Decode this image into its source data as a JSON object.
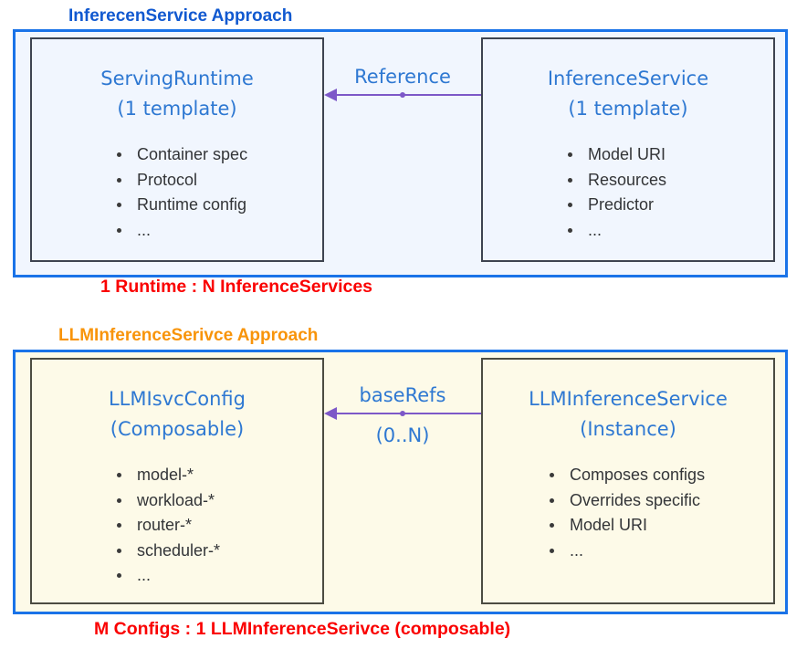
{
  "colors": {
    "blue_border": "#1a73e8",
    "heading_blue": "#1159d0",
    "title_blue": "#2e78d2",
    "purple": "#7d58c8",
    "red": "#fa0000",
    "orange": "#f8940a",
    "dark_border_top": "#3e4450",
    "dark_border_bottom": "#4c4c42",
    "bullet_text": "#333538",
    "light_blue_bg": "#f1f6fe",
    "cream_bg": "#fdfae8"
  },
  "sections": [
    {
      "heading": "InferecenService Approach",
      "caption": "1 Runtime : N InferenceServices",
      "left_box": {
        "title": "ServingRuntime",
        "subtitle": "(1 template)",
        "bullets": [
          "Container spec",
          "Protocol",
          "Runtime config",
          "..."
        ]
      },
      "right_box": {
        "title": "InferenceService",
        "subtitle": "(1 template)",
        "bullets": [
          "Model URI",
          "Resources",
          "Predictor",
          "..."
        ]
      },
      "arrow": {
        "label": "Reference",
        "sublabel": ""
      }
    },
    {
      "heading": "LLMInferenceSerivce Approach",
      "caption": "M Configs : 1 LLMInferenceSerivce (composable)",
      "left_box": {
        "title": "LLMIsvcConfig",
        "subtitle": "(Composable)",
        "bullets": [
          "model-*",
          "workload-*",
          "router-*",
          "scheduler-*",
          "..."
        ]
      },
      "right_box": {
        "title": "LLMInferenceService",
        "subtitle": "(Instance)",
        "bullets": [
          "Composes configs",
          "Overrides specific",
          "Model URI",
          "..."
        ]
      },
      "arrow": {
        "label": "baseRefs",
        "sublabel": "(0..N)"
      }
    }
  ]
}
